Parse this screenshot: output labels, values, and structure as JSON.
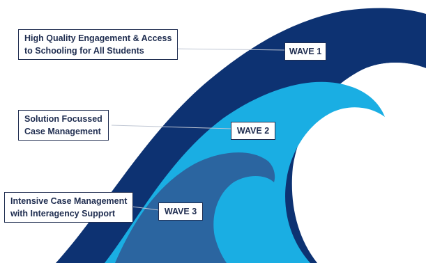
{
  "colors": {
    "wave1": "#0d3272",
    "wave2": "#1aaee3",
    "wave3": "#2b65a0",
    "connector": "#bfc6d3",
    "text": "#1f2d50"
  },
  "waves": [
    {
      "tag": "WAVE 1",
      "description": [
        "High Quality Engagement & Access",
        "to Schooling for All Students"
      ]
    },
    {
      "tag": "WAVE 2",
      "description": [
        "Solution Focussed",
        "Case Management"
      ]
    },
    {
      "tag": "WAVE 3",
      "description": [
        "Intensive Case Management",
        "with Interagency Support"
      ]
    }
  ]
}
